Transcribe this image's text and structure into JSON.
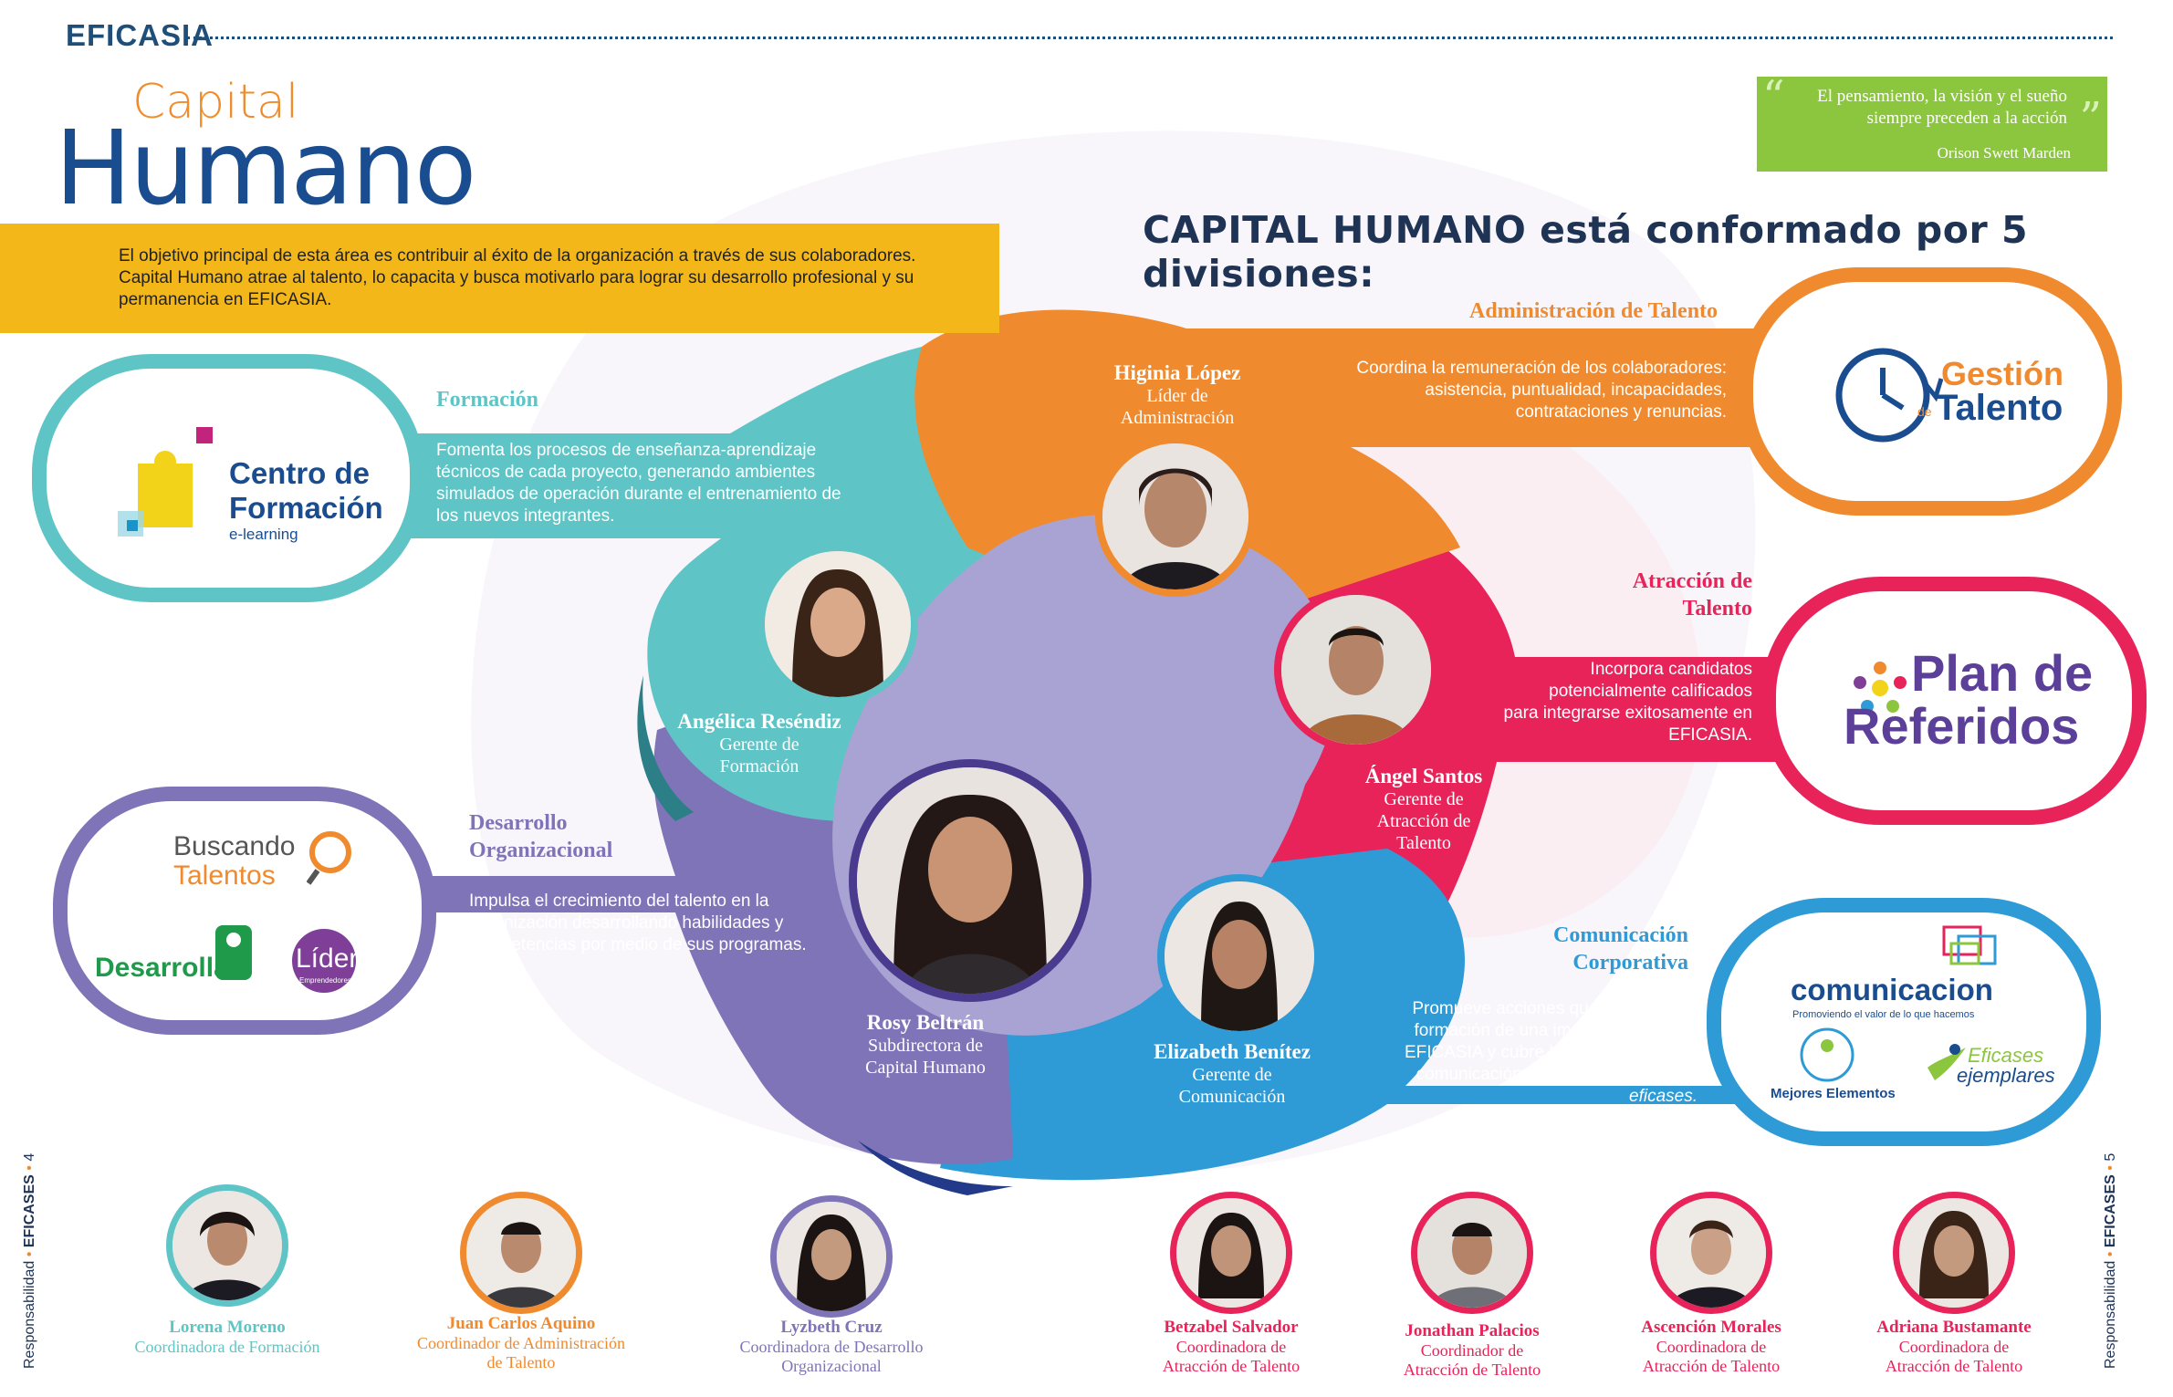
{
  "header": {
    "brand": "EFICASIA",
    "title_small": "Capital",
    "title_big": "Humano"
  },
  "quote": {
    "text_line1": "El pensamiento, la visión y el sueño",
    "text_line2": "siempre preceden a la acción",
    "author": "Orison Swett Marden"
  },
  "intro": {
    "line1": "El objetivo principal de esta área es contribuir al éxito de la organización a través de sus colaboradores.",
    "line2": "Capital Humano atrae al talento, lo capacita y busca motivarlo para lograr su desarrollo profesional y su",
    "line3": "permanencia en EFICASIA."
  },
  "subtitle": "CAPITAL HUMANO está conformado por 5 divisiones:",
  "colors": {
    "teal": "#5fc4c5",
    "orange": "#f08a2f",
    "pink": "#e8235a",
    "purple": "#7f74b8",
    "blue": "#2e9ad6",
    "lavender": "#a9a3d3",
    "navy": "#1f3355"
  },
  "divisions": {
    "formacion": {
      "heading": "Formación",
      "desc": [
        "Fomenta los procesos de enseñanza-aprendizaje",
        "técnicos de cada proyecto, generando ambientes",
        "simulados de operación durante el entrenamiento de",
        "los nuevos integrantes."
      ],
      "logo_line1": "Centro de",
      "logo_line2": "Formación",
      "logo_line3": "e-learning"
    },
    "administracion": {
      "heading": "Administración de Talento",
      "desc": [
        "Coordina la remuneración de los colaboradores:",
        "asistencia, puntualidad, incapacidades,",
        "contrataciones y renuncias."
      ],
      "logo_line1": "Gestión",
      "logo_de": "de",
      "logo_line2": "Talento",
      "icon": "clock-icon"
    },
    "atraccion": {
      "heading_line1": "Atracción de",
      "heading_line2": "Talento",
      "desc": [
        "Incorpora candidatos",
        "potencialmente calificados",
        "para integrarse exitosamente en",
        "EFICASIA."
      ],
      "logo_line1": "Plan de",
      "logo_line2": "Referidos",
      "icon": "star-people-icon"
    },
    "desarrollo": {
      "heading_line1": "Desarrollo",
      "heading_line2": "Organizacional",
      "desc": [
        "Impulsa el crecimiento del talento en la",
        "organización desarrollando habilidades y",
        "competencias por medio de sus programas."
      ],
      "logo_a1": "Buscando",
      "logo_a2": "Talentos",
      "logo_b": "Desarrolla",
      "logo_c": "Líderes",
      "logo_c_sub": "Emprendedores"
    },
    "comunicacion": {
      "heading_line1": "Comunicación",
      "heading_line2": "Corporativa",
      "desc": [
        "Promueve acciones que favorecen la",
        "formación de una imagen positiva de",
        "EFICASIA y cubre las necesidades de",
        "comunicación e integración entre los"
      ],
      "desc_last": "eficases.",
      "logo_main": "comunicacion",
      "logo_tag": "Promoviendo el valor de lo que hacemos",
      "logo_b": "Mejores Elementos",
      "logo_c1": "Eficases",
      "logo_c2": "ejemplares"
    }
  },
  "leaders": [
    {
      "name": "Higinia López",
      "role1": "Líder de",
      "role2": "Administración"
    },
    {
      "name": "Angélica Reséndiz",
      "role1": "Gerente de",
      "role2": "Formación"
    },
    {
      "name": "Ángel Santos",
      "role1": "Gerente de",
      "role2": "Atracción de",
      "role3": "Talento"
    },
    {
      "name": "Rosy Beltrán",
      "role1": "Subdirectora de",
      "role2": "Capital Humano"
    },
    {
      "name": "Elizabeth Benítez",
      "role1": "Gerente de",
      "role2": "Comunicación"
    }
  ],
  "team": [
    {
      "name": "Lorena Moreno",
      "role1": "Coordinadora de Formación",
      "role2": ""
    },
    {
      "name": "Juan Carlos Aquino",
      "role1": "Coordinador de Administración",
      "role2": "de Talento"
    },
    {
      "name": "Lyzbeth Cruz",
      "role1": "Coordinadora de Desarrollo",
      "role2": "Organizacional"
    },
    {
      "name": "Betzabel Salvador",
      "role1": "Coordinadora de",
      "role2": "Atracción de Talento"
    },
    {
      "name": "Jonathan Palacios",
      "role1": "Coordinador de",
      "role2": "Atracción de Talento"
    },
    {
      "name": "Ascención Morales",
      "role1": "Coordinadora de",
      "role2": "Atracción de Talento"
    },
    {
      "name": "Adriana Bustamante",
      "role1": "Coordinadora de",
      "role2": "Atracción de Talento"
    }
  ],
  "footer": {
    "left_a": "Responsabilidad",
    "left_b": "EFICASES",
    "left_page": "4",
    "right_a": "Responsabilidad",
    "right_b": "EFICASES",
    "right_page": "5"
  }
}
